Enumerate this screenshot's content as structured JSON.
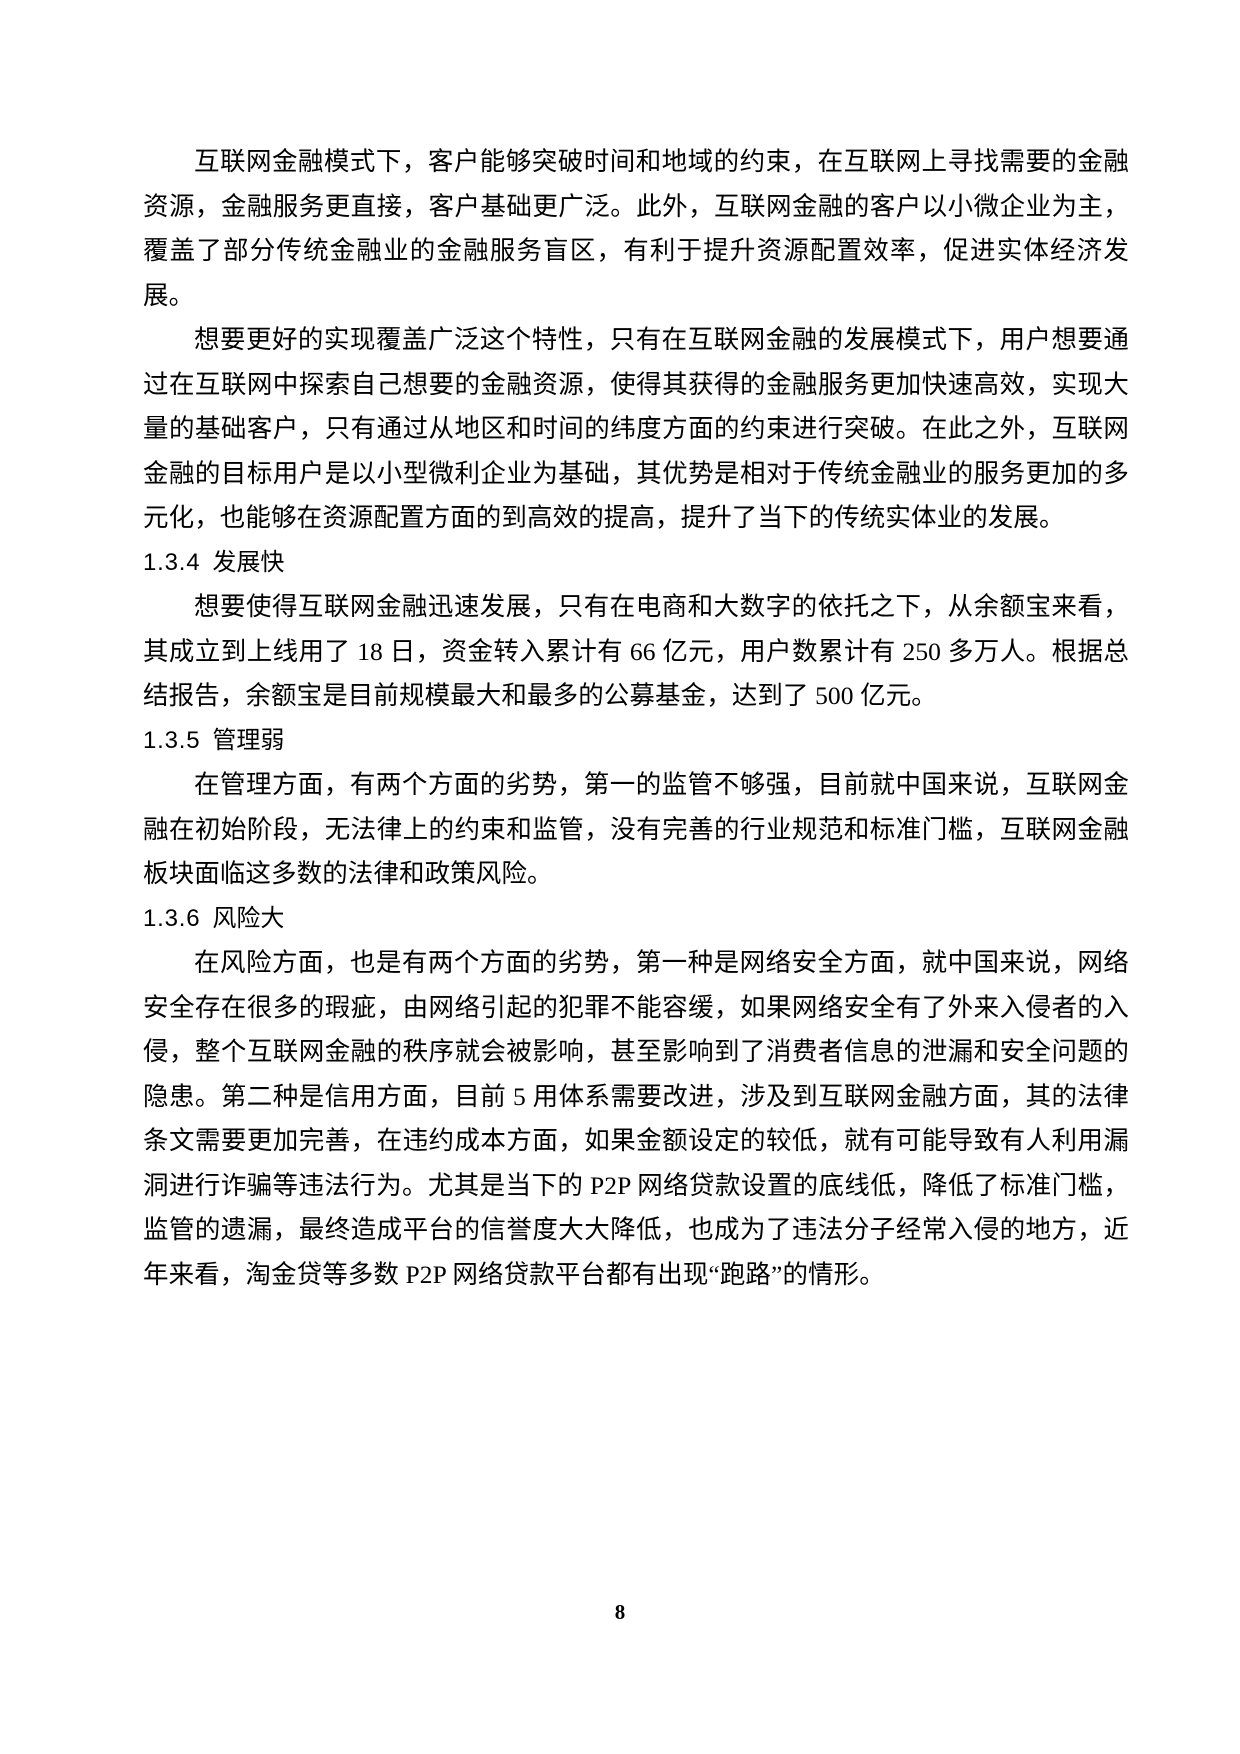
{
  "document": {
    "page_number": "8",
    "language": "zh-CN",
    "blocks": [
      {
        "type": "paragraph",
        "text": "互联网金融模式下，客户能够突破时间和地域的约束，在互联网上寻找需要的金融资源，金融服务更直接，客户基础更广泛。此外，互联网金融的客户以小微企业为主，覆盖了部分传统金融业的金融服务盲区，有利于提升资源配置效率，促进实体经济发展。"
      },
      {
        "type": "paragraph",
        "text": "想要更好的实现覆盖广泛这个特性，只有在互联网金融的发展模式下，用户想要通过在互联网中探索自己想要的金融资源，使得其获得的金融服务更加快速高效，实现大量的基础客户，只有通过从地区和时间的纬度方面的约束进行突破。在此之外，互联网金融的目标用户是以小型微利企业为基础，其优势是相对于传统金融业的服务更加的多元化，也能够在资源配置方面的到高效的提高，提升了当下的传统实体业的发展。"
      },
      {
        "type": "heading",
        "number": "1.3.4",
        "text": "发展快"
      },
      {
        "type": "paragraph",
        "text": "想要使得互联网金融迅速发展，只有在电商和大数字的依托之下，从余额宝来看，其成立到上线用了 18 日，资金转入累计有 66 亿元，用户数累计有 250 多万人。根据总结报告，余额宝是目前规模最大和最多的公募基金，达到了 500 亿元。"
      },
      {
        "type": "heading",
        "number": "1.3.5",
        "text": "管理弱"
      },
      {
        "type": "paragraph",
        "text": "在管理方面，有两个方面的劣势，第一的监管不够强，目前就中国来说，互联网金融在初始阶段，无法律上的约束和监管，没有完善的行业规范和标准门槛，互联网金融板块面临这多数的法律和政策风险。"
      },
      {
        "type": "heading",
        "number": "1.3.6",
        "text": "风险大"
      },
      {
        "type": "paragraph",
        "text": "在风险方面，也是有两个方面的劣势，第一种是网络安全方面，就中国来说，网络安全存在很多的瑕疵，由网络引起的犯罪不能容缓，如果网络安全有了外来入侵者的入侵，整个互联网金融的秩序就会被影响，甚至影响到了消费者信息的泄漏和安全问题的隐患。第二种是信用方面，目前 5 用体系需要改进，涉及到互联网金融方面，其的法律条文需要更加完善，在违约成本方面，如果金额设定的较低，就有可能导致有人利用漏洞进行诈骗等违法行为。尤其是当下的 P2P 网络贷款设置的底线低，降低了标准门槛，监管的遗漏，最终造成平台的信誉度大大降低，也成为了违法分子经常入侵的地方，近年来看，淘金贷等多数 P2P 网络贷款平台都有出现“跑路”的情形。"
      }
    ]
  }
}
